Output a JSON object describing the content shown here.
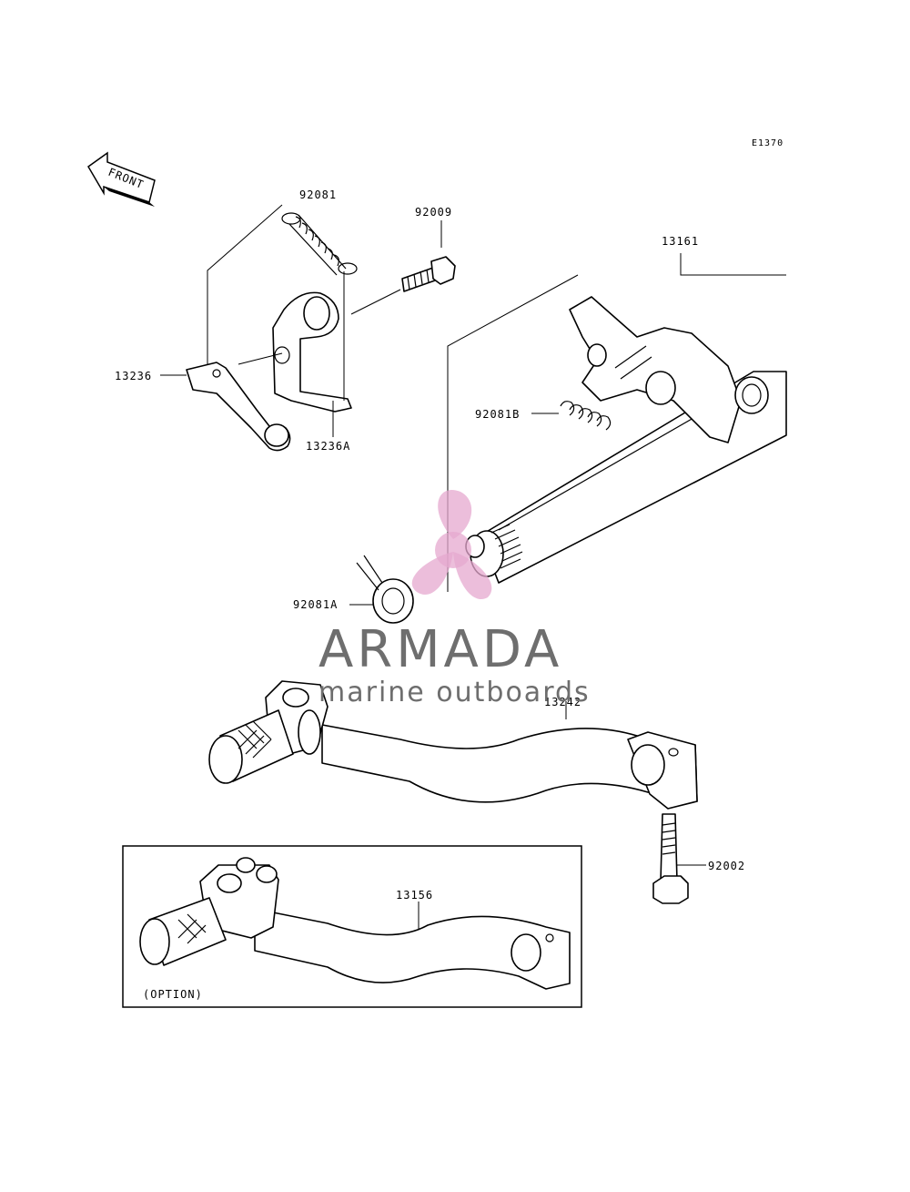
{
  "figure_code": "E1370",
  "direction_label": "FRONT",
  "parts": {
    "spring_upper": "92081",
    "bolt_upper": "92009",
    "shaft_assembly": "13161",
    "arm": "13236",
    "arm_plate": "13236A",
    "spring_small": "92081B",
    "spring_return": "92081A",
    "pedal": "13242",
    "bolt_pedal": "92002",
    "pedal_option": "13156"
  },
  "option_label": "(OPTION)",
  "watermark": {
    "brand": "ARMADA",
    "tagline": "marine outboards",
    "color": "#e6a8cf"
  }
}
